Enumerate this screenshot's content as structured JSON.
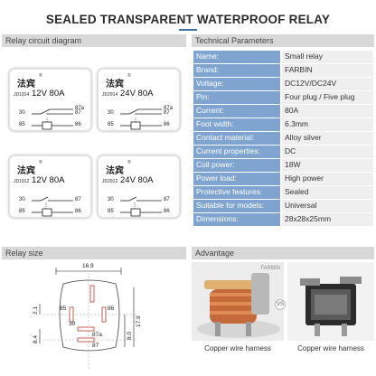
{
  "title": "SEALED TRANSPARENT WATERPROOF RELAY",
  "sections": {
    "circuit": "Relay circuit diagram",
    "params": "Technical Parameters",
    "size": "Relay size",
    "advantage": "Advantage"
  },
  "relays": [
    {
      "brand": "法宾",
      "reg": "®",
      "model": "JD1914",
      "spec": "12V 80A",
      "pins": [
        "87a",
        "30",
        "87",
        "85",
        "86"
      ]
    },
    {
      "brand": "法宾",
      "reg": "®",
      "model": "JD2914",
      "spec": "24V 80A",
      "pins": [
        "87a",
        "30",
        "87",
        "85",
        "86"
      ]
    },
    {
      "brand": "法宾",
      "reg": "®",
      "model": "JD1912",
      "spec": "12V 80A",
      "pins": [
        "30",
        "87",
        "85",
        "86"
      ]
    },
    {
      "brand": "法宾",
      "reg": "®",
      "model": "JD2912",
      "spec": "24V 80A",
      "pins": [
        "30",
        "87",
        "85",
        "86"
      ]
    }
  ],
  "params": [
    {
      "name": "Name:",
      "value": "Small relay"
    },
    {
      "name": "Brand:",
      "value": "FARBIN"
    },
    {
      "name": "Voltage:",
      "value": "DC12V/DC24V"
    },
    {
      "name": "Pin:",
      "value": "Four plug / Five plug"
    },
    {
      "name": "Current:",
      "value": "80A"
    },
    {
      "name": "Foot width:",
      "value": "6.3mm"
    },
    {
      "name": "Contact material:",
      "value": "Alloy silver"
    },
    {
      "name": "Current properties:",
      "value": "DC"
    },
    {
      "name": "Coil power:",
      "value": "18W"
    },
    {
      "name": "Power load:",
      "value": "High power"
    },
    {
      "name": "Protective features:",
      "value": "Sealed"
    },
    {
      "name": "Suitable for models:",
      "value": "Universal"
    },
    {
      "name": "Dimensions:",
      "value": "28x28x25mm"
    }
  ],
  "size": {
    "width": "16.9",
    "left_a": "2.1",
    "left_b": "8.4",
    "right_a": "17.9",
    "right_b": "8.0",
    "pins": [
      "85",
      "86",
      "30",
      "87a",
      "87"
    ]
  },
  "advantage": {
    "left_caption": "Copper wire harness",
    "right_caption": "Copper wire harness",
    "vs": "VS",
    "watermark": "FARBIN"
  },
  "colors": {
    "header_bg": "#d8d8d8",
    "param_name_bg": "#7fa4cf",
    "param_value_bg": "#efefef",
    "accent": "#3a6fb0"
  }
}
